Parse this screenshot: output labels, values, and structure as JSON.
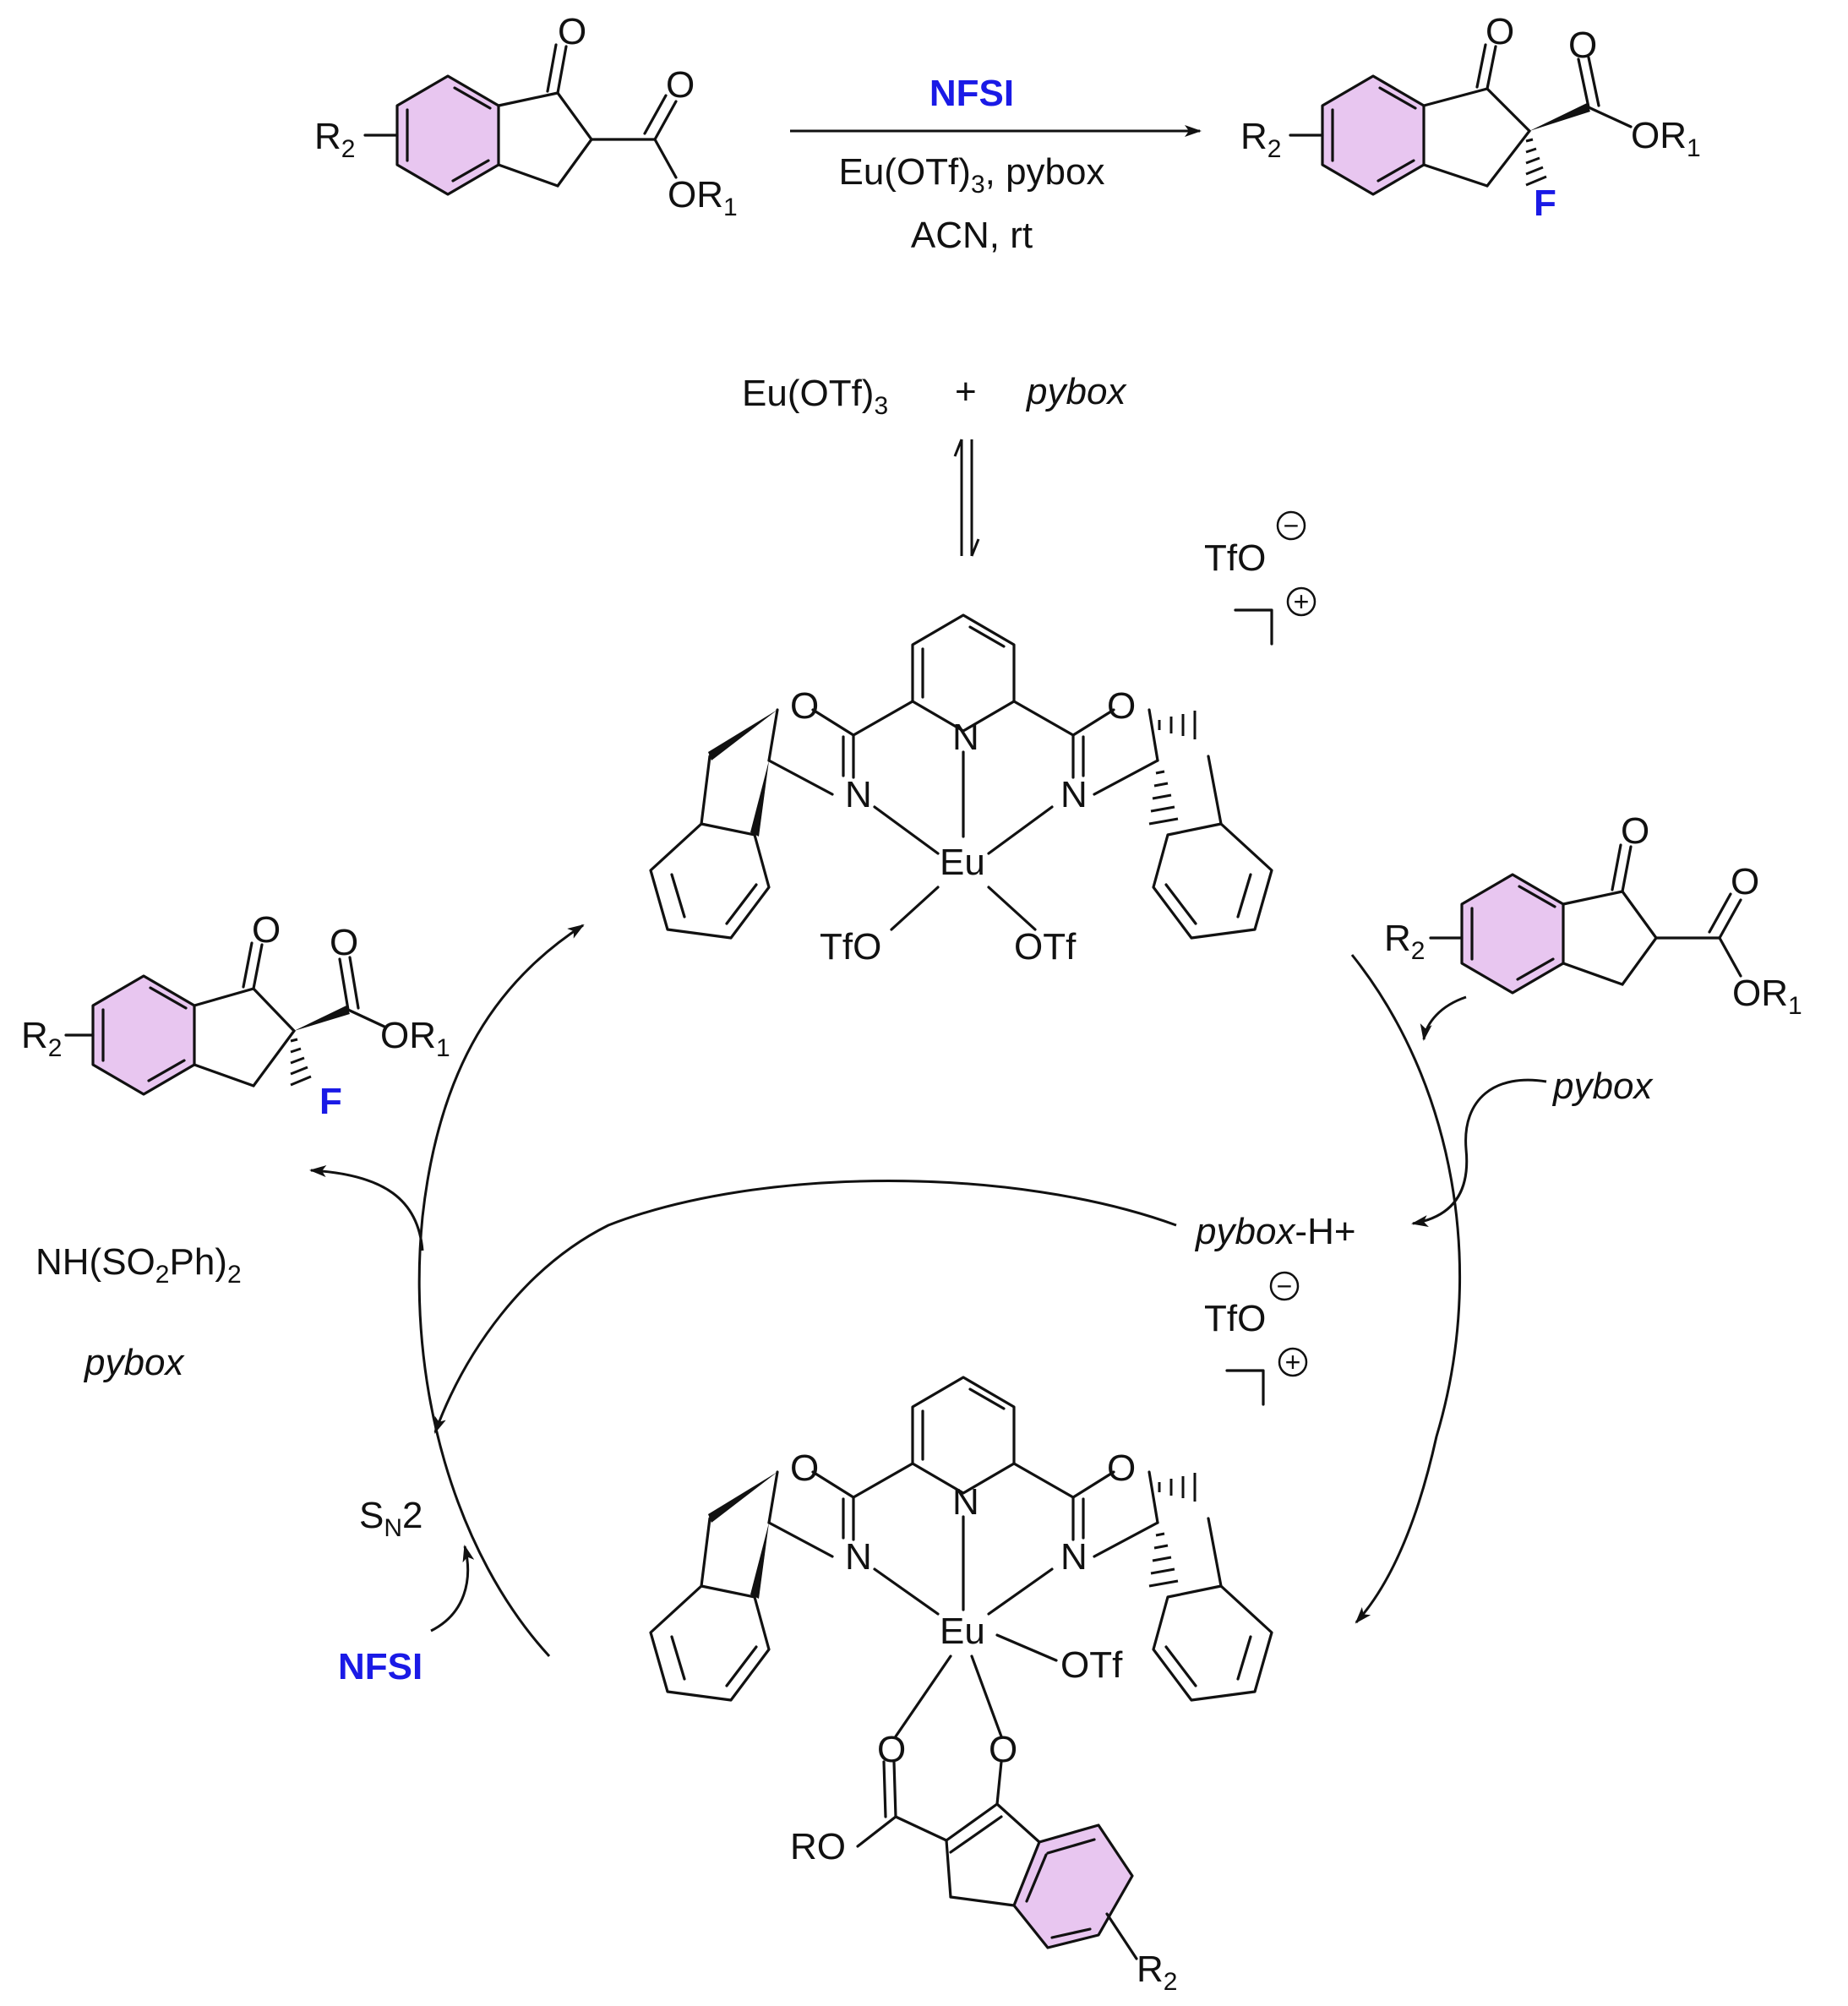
{
  "colors": {
    "highlight_ring": "#e8c6f0",
    "reagent_blue": "#1a1ae6",
    "ink": "#111111"
  },
  "top_reaction": {
    "reagent": "NFSI",
    "conditions_line1_a": "Eu(OTf)",
    "conditions_line1_sub": "3",
    "conditions_line1_b": ", pybox",
    "conditions_line2": "ACN, rt",
    "sm_substituent": "R",
    "sm_substituent_sub": "2",
    "sm_keto_o": "O",
    "sm_ester_o": "O",
    "sm_ester_or": "OR",
    "sm_ester_or_sub": "1",
    "product_substituent": "R",
    "product_substituent_sub": "2",
    "product_keto_o": "O",
    "product_ester_o": "O",
    "product_ester_or": "OR",
    "product_ester_or_sub": "1",
    "product_f": "F"
  },
  "catalyst_formation": {
    "salt": "Eu(OTf)",
    "salt_sub": "3",
    "plus": "+",
    "ligand": "pybox"
  },
  "complex_top": {
    "counter_anion": "TfO",
    "anion_charge": "−",
    "cation_charge": "+",
    "metal": "Eu",
    "n_pyridine": "N",
    "n_left": "N",
    "n_right": "N",
    "o_left": "O",
    "o_right": "O",
    "otf_left": "TfO",
    "otf_right": "OTf"
  },
  "right_side": {
    "substrate_substituent": "R",
    "substrate_substituent_sub": "2",
    "substrate_keto_o": "O",
    "substrate_ester_o": "O",
    "substrate_or": "OR",
    "substrate_or_sub": "1",
    "base_in": "pybox",
    "pybox_h_italic": "pybox",
    "pybox_h_rest": "-H+"
  },
  "complex_bottom": {
    "counter_anion": "TfO",
    "anion_charge": "−",
    "cation_charge": "+",
    "metal": "Eu",
    "n_pyridine": "N",
    "n_left": "N",
    "n_right": "N",
    "o_left": "O",
    "o_right": "O",
    "otf": "OTf",
    "enolate_o_left": "O",
    "enolate_o_right": "O",
    "enolate_ro": "RO",
    "enolate_substituent": "R",
    "enolate_substituent_sub": "2"
  },
  "left_side": {
    "product_substituent": "R",
    "product_substituent_sub": "2",
    "product_keto_o": "O",
    "product_ester_o": "O",
    "product_or": "OR",
    "product_or_sub": "1",
    "product_f": "F",
    "byproduct_a": "NH(SO",
    "byproduct_sub1": "2",
    "byproduct_b": "Ph)",
    "byproduct_sub2": "2",
    "released_ligand": "pybox",
    "mechanism": "S",
    "mechanism_sub": "N",
    "mechanism_tail": "2",
    "fluorinating_agent": "NFSI"
  }
}
